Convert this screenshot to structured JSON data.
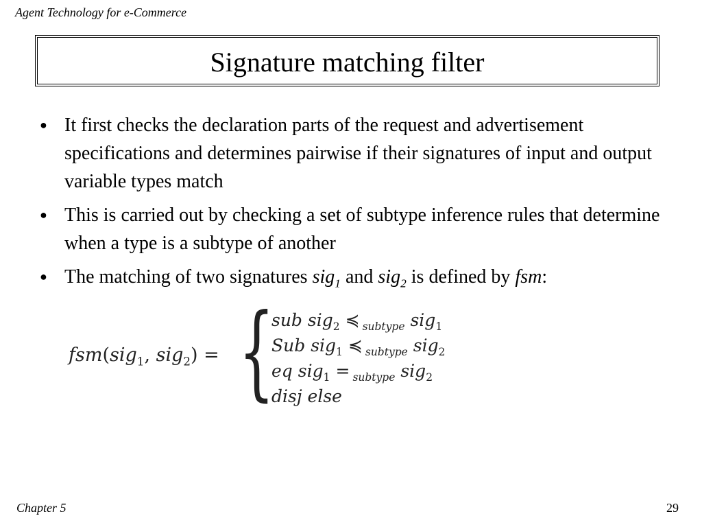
{
  "header": {
    "text": "Agent Technology for e-Commerce"
  },
  "title": "Signature matching filter",
  "bullets": [
    {
      "text": "It first checks the declaration parts of the request and advertisement specifications and determines pairwise if their signatures of input and output variable types match"
    },
    {
      "text": "This is carried out by checking a set of subtype inference rules that determine when a type is a subtype of another"
    },
    {
      "prefix": "The matching of two signatures ",
      "sig1_base": "sig",
      "sig1_sub": "1",
      "middle": " and ",
      "sig2_base": "sig",
      "sig2_sub": "2",
      "suffix_before": " is defined by ",
      "fsm": "fsm",
      "suffix_after": ":"
    }
  ],
  "formula": {
    "lhs_func": "fsm",
    "lhs_open": "(",
    "lhs_arg1": "sig",
    "lhs_arg1_sub": "1",
    "lhs_comma": ", ",
    "lhs_arg2": "sig",
    "lhs_arg2_sub": "2",
    "lhs_close": ")",
    "equals": " =",
    "cases": [
      {
        "label": "sub",
        "left": "sig",
        "left_sub": "2",
        "rel": "≼",
        "rel_sub": "subtype",
        "right": "sig",
        "right_sub": "1"
      },
      {
        "label": "Sub",
        "left": "sig",
        "left_sub": "1",
        "rel": "≼",
        "rel_sub": "subtype",
        "right": "sig",
        "right_sub": "2"
      },
      {
        "label": "eq",
        "left": "sig",
        "left_sub": "1",
        "rel": "=",
        "rel_sub": "subtype",
        "right": "sig",
        "right_sub": "2"
      },
      {
        "label": "disj",
        "text": "else"
      }
    ]
  },
  "footer": {
    "chapter": "Chapter 5",
    "page": "29"
  }
}
